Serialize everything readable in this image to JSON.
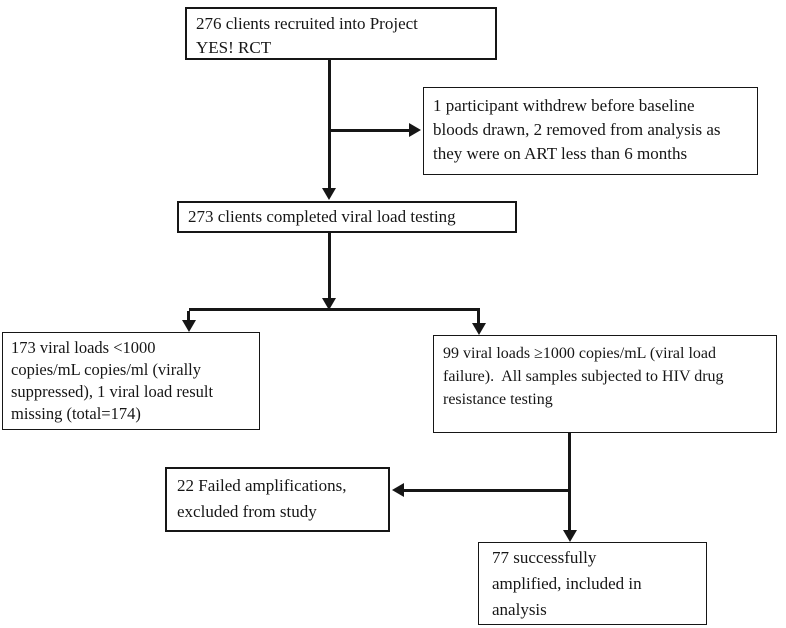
{
  "flowchart": {
    "colors": {
      "border": "#161616",
      "line": "#161616",
      "text": "#161616",
      "background": "#ffffff"
    },
    "boxes": {
      "recruited": {
        "text": "276 clients recruited into Project\nYES! RCT"
      },
      "withdrawn": {
        "text": "1 participant withdrew before baseline\nbloods drawn, 2 removed from analysis as\nthey were on ART less than 6 months"
      },
      "completed_testing": {
        "text": "273 clients completed viral load testing"
      },
      "virally_suppressed": {
        "text": "173 viral loads <1000\ncopies/mL copies/ml (virally\nsuppressed), 1 viral load result\nmissing (total=174)"
      },
      "viral_load_failure": {
        "text": "99 viral loads ≥1000 copies/mL (viral load\nfailure).  All samples subjected to HIV drug\nresistance testing"
      },
      "failed_amplifications": {
        "text": "22 Failed amplifications,\nexcluded from study"
      },
      "successfully_amplified": {
        "text": "77 successfully\namplified, included in\nanalysis"
      }
    }
  }
}
